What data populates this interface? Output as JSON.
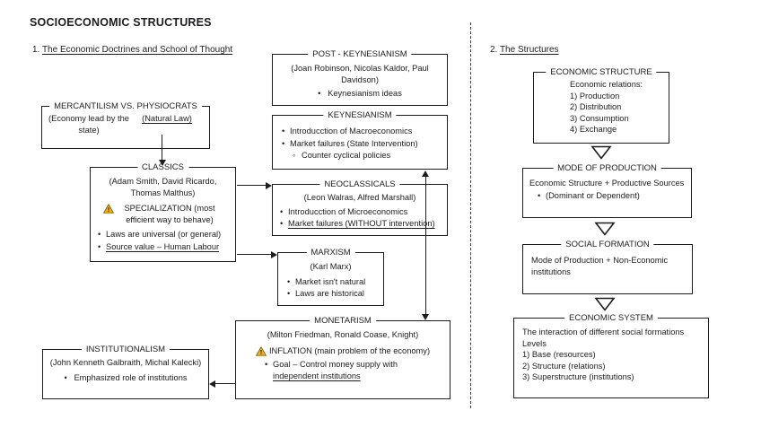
{
  "header": {
    "title": "SOCIOECONOMIC STRUCTURES",
    "section1_number": "1.",
    "section1_title": "The Economic Doctrines and School of Thought",
    "section2_number": "2.",
    "section2_title": "The Structures"
  },
  "doctrines": {
    "mercantilism": {
      "title": "MERCANTILISM VS. PHYSIOCRATS",
      "economy": "(Economy lead by the state)",
      "natural_law": "(Natural Law)"
    },
    "classics": {
      "title": "CLASSICS",
      "authors": "(Adam Smith, David Ricardo, Thomas Malthus)",
      "warning": "SPECIALIZATION (most efficient way to behave)",
      "bullet1": "Laws are universal (or general)",
      "bullet2": "Source value – Human Labour"
    },
    "post_keynesianism": {
      "title": "POST - KEYNESIANISM",
      "authors": "(Joan Robinson, Nicolas Kaldor, Paul Davidson)",
      "bullet1": "Keynesianism ideas"
    },
    "keynesianism": {
      "title": "KEYNESIANISM",
      "bullet1": "Introducction of Macroeconomics",
      "bullet2": "Market failures (State Intervention)",
      "sub_bullet": "Counter cyclical policies"
    },
    "neoclassicals": {
      "title": "NEOCLASSICALS",
      "authors": "(Leon Walras, Alfred Marshall)",
      "bullet1": "Introducction of Microeconomics",
      "bullet2": "Market failures (WITHOUT intervention)"
    },
    "marxism": {
      "title": "MARXISM",
      "authors": "(Karl Marx)",
      "bullet1": "Market isn't natural",
      "bullet2": "Laws are historical"
    },
    "monetarism": {
      "title": "MONETARISM",
      "authors": "(Milton Friedman, Ronald Coase, Knight)",
      "warning": "INFLATION (main problem of the economy)",
      "goal_prefix": "Goal – Control money supply with ",
      "goal_underlined": "independent institutions"
    },
    "institutionalism": {
      "title": "INSTITUTIONALISM",
      "authors": "(John Kenneth Galbraith, Michal Kalecki)",
      "bullet1": "Emphasized role of institutions"
    }
  },
  "structures": {
    "economic_structure": {
      "title": "ECONOMIC STRUCTURE",
      "heading": "Economic relations:",
      "items": [
        "1) Production",
        "2) Distribution",
        "3) Consumption",
        "4) Exchange"
      ]
    },
    "mode_of_production": {
      "title": "MODE OF PRODUCTION",
      "line1": "Economic Structure + Productive Sources",
      "bullet1": "(Dominant or Dependent)"
    },
    "social_formation": {
      "title": "SOCIAL FORMATION",
      "line1": "Mode of Production + Non-Economic institutions"
    },
    "economic_system": {
      "title": "ECONOMIC SYSTEM",
      "line1": "The interaction of different social formations",
      "line2": "Levels",
      "items": [
        "1) Base (resources)",
        "2) Structure (relations)",
        "3) Superstructure (institutions)"
      ]
    }
  },
  "icons": {
    "warning_mark": "!"
  },
  "colors": {
    "ink": "#1d1d1f",
    "warning_fill": "#f6b51e",
    "warning_stroke": "#7a6000",
    "background": "#ffffff"
  }
}
